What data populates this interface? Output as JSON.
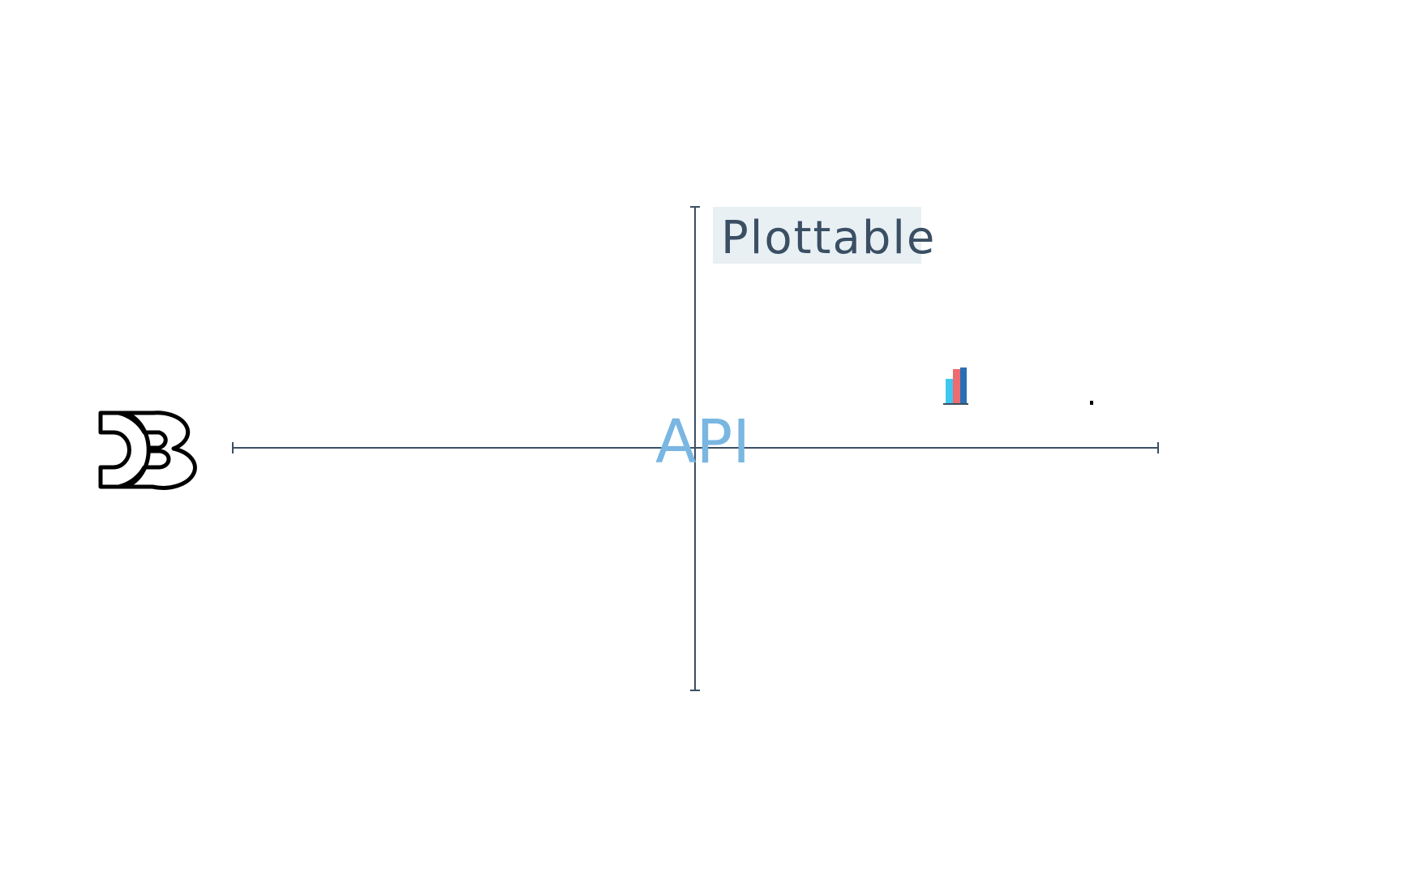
{
  "diagram": {
    "top_label": "Plottable",
    "center_label": "API",
    "left_logo_alt": "D3",
    "icons": {
      "left": "d3-logo-icon",
      "right": "plottable-bar-chart-icon"
    },
    "colors": {
      "axis": "#3a4f63",
      "top_label_text": "#3a4f63",
      "top_label_background": "#e9f0f4",
      "center_label_text": "#7ab6e2",
      "bar_cyan": "#3ec8f0",
      "bar_red": "#ee6b6f",
      "bar_blue": "#2a6fb5"
    }
  }
}
